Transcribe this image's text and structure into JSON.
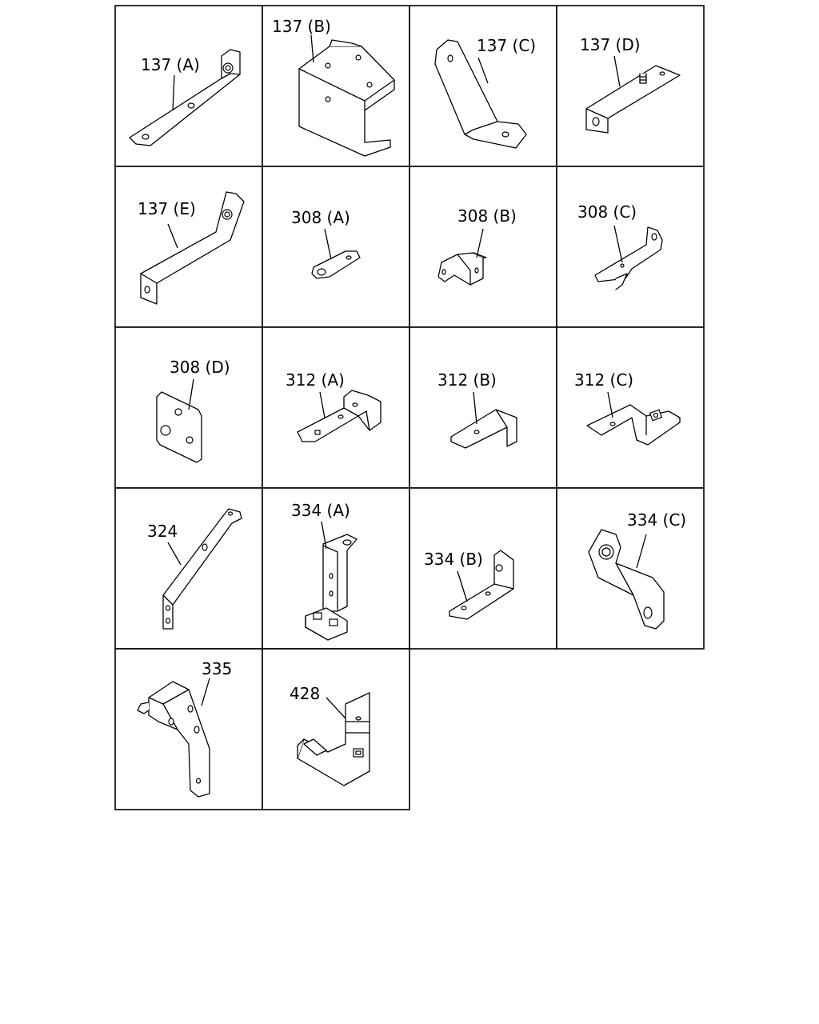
{
  "parts": [
    {
      "id": "137a",
      "label": "137 (A)"
    },
    {
      "id": "137b",
      "label": "137 (B)"
    },
    {
      "id": "137c",
      "label": "137 (C)"
    },
    {
      "id": "137d",
      "label": "137 (D)"
    },
    {
      "id": "137e",
      "label": "137 (E)"
    },
    {
      "id": "308a",
      "label": "308 (A)"
    },
    {
      "id": "308b",
      "label": "308 (B)"
    },
    {
      "id": "308c",
      "label": "308 (C)"
    },
    {
      "id": "308d",
      "label": "308 (D)"
    },
    {
      "id": "312a",
      "label": "312 (A)"
    },
    {
      "id": "312b",
      "label": "312 (B)"
    },
    {
      "id": "312c",
      "label": "312 (C)"
    },
    {
      "id": "324",
      "label": "324"
    },
    {
      "id": "334a",
      "label": "334 (A)"
    },
    {
      "id": "334b",
      "label": "334 (B)"
    },
    {
      "id": "334c",
      "label": "334 (C)"
    },
    {
      "id": "335",
      "label": "335"
    },
    {
      "id": "428",
      "label": "428"
    }
  ]
}
